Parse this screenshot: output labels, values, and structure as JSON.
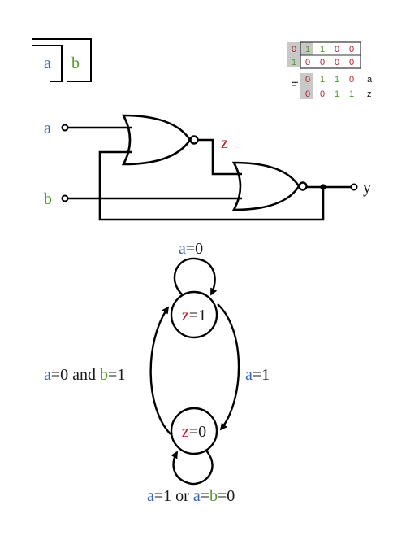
{
  "colors": {
    "a": "#3a64b4",
    "b": "#4e9a2a",
    "z": "#b0202a",
    "dark": "#1a1a1a",
    "shade": "#c8c8c8"
  },
  "legend": {
    "a": "a",
    "b": "b"
  },
  "kmap": {
    "rows": [
      {
        "head": "0",
        "cells": [
          "1",
          "1",
          "0",
          "0"
        ]
      },
      {
        "head": "1",
        "cells": [
          "0",
          "0",
          "0",
          "0"
        ]
      }
    ],
    "side_label": "b",
    "bottom_rows": [
      {
        "cells": [
          "0",
          "1",
          "1",
          "0"
        ],
        "label": "a"
      },
      {
        "cells": [
          "0",
          "0",
          "1",
          "1"
        ],
        "label": "z"
      }
    ]
  },
  "circuit": {
    "input_a": "a",
    "input_b": "b",
    "internal": "z",
    "output": "y"
  },
  "fsm": {
    "states": [
      {
        "var": "z",
        "eq": "=1"
      },
      {
        "var": "z",
        "eq": "=0"
      }
    ],
    "top_loop": {
      "var": "a",
      "rest": "=0"
    },
    "right_edge": {
      "var": "a",
      "rest": "=1"
    },
    "left_edge": {
      "a": "a",
      "mid": "=0 and ",
      "b": "b",
      "end": "=1"
    },
    "bottom_loop": {
      "a1": "a",
      "p1": "=1 or ",
      "a2": "a",
      "p2": "=",
      "b": "b",
      "p3": "=0"
    }
  }
}
